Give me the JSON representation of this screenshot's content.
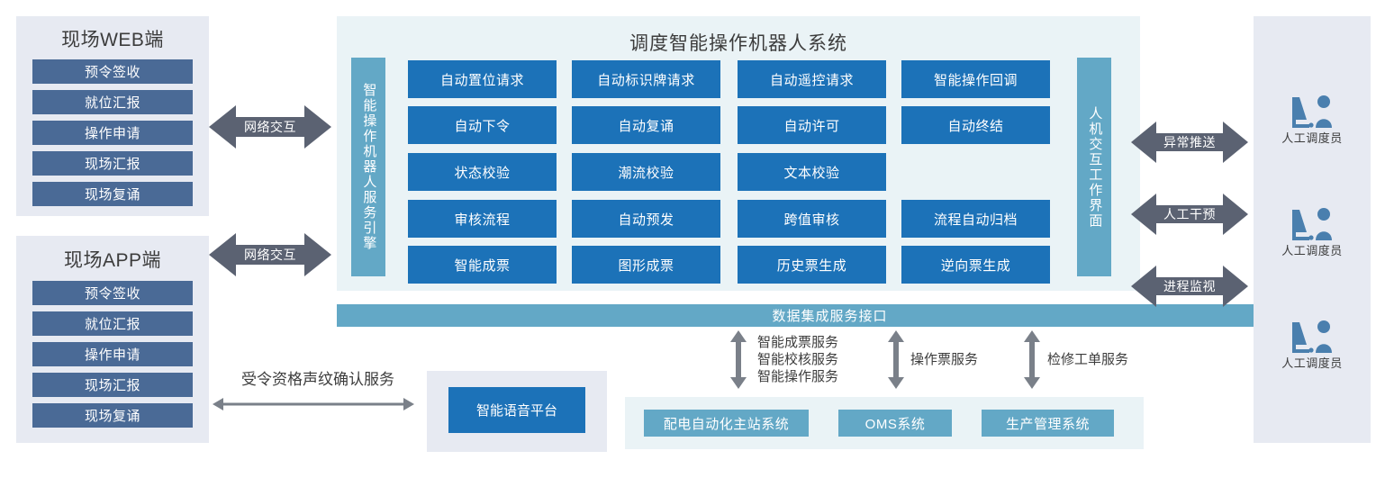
{
  "colors": {
    "panel_light": "#e7eaf2",
    "panel_teal": "#eaf3f6",
    "client_btn": "#4a6a96",
    "fn_box": "#1c72b8",
    "vbar": "#63a8c6",
    "arrow_gray": "#5b6272",
    "thin_arrow": "#7a8089",
    "text_dark": "#3c3c3c",
    "operator_icon": "#4a7fae"
  },
  "left_clients": [
    {
      "title": "现场WEB端",
      "items": [
        "预令签收",
        "就位汇报",
        "操作申请",
        "现场汇报",
        "现场复诵"
      ]
    },
    {
      "title": "现场APP端",
      "items": [
        "预令签收",
        "就位汇报",
        "操作申请",
        "现场汇报",
        "现场复诵"
      ]
    }
  ],
  "network_arrows": [
    {
      "label": "网络交互"
    },
    {
      "label": "网络交互"
    }
  ],
  "main": {
    "title": "调度智能操作机器人系统",
    "left_vbar": "智能操作机器人服务引擎",
    "right_vbar": "人机交互工作界面",
    "grid": [
      [
        "自动置位请求",
        "自动标识牌请求",
        "自动遥控请求",
        "智能操作回调"
      ],
      [
        "自动下令",
        "自动复诵",
        "自动许可",
        "自动终结"
      ],
      [
        "状态校验",
        "潮流校验",
        "文本校验",
        ""
      ],
      [
        "审核流程",
        "自动预发",
        "跨值审核",
        "流程自动归档"
      ],
      [
        "智能成票",
        "图形成票",
        "历史票生成",
        "逆向票生成"
      ]
    ]
  },
  "integration_bar": {
    "label": "数据集成服务接口"
  },
  "service_flows": [
    {
      "label": "智能成票服务\n智能校核服务\n智能操作服务"
    },
    {
      "label": "操作票服务"
    },
    {
      "label": "检修工单服务"
    }
  ],
  "external_systems": [
    "配电自动化主站系统",
    "OMS系统",
    "生产管理系统"
  ],
  "voice": {
    "service_label": "受令资格声纹确认服务",
    "platform_label": "智能语音平台"
  },
  "operators": {
    "arrows": [
      "异常推送",
      "人工干预",
      "进程监视"
    ],
    "items": [
      {
        "icon": "operator-console-icon",
        "label": "人工调度员"
      },
      {
        "icon": "operator-console-icon",
        "label": "人工调度员"
      },
      {
        "icon": "operator-console-icon",
        "label": "人工调度员"
      }
    ]
  }
}
